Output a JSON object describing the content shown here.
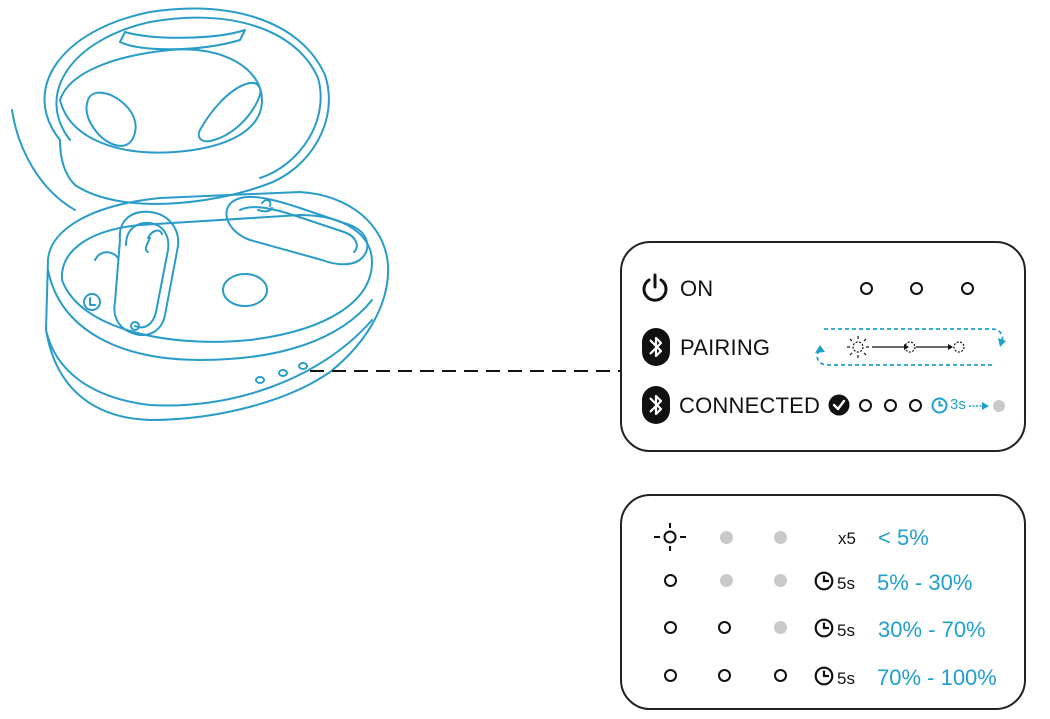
{
  "status": {
    "on_label": "ON",
    "pairing_label": "PAIRING",
    "connected_label": "CONNECTED",
    "connected_timer": "3s"
  },
  "battery": {
    "rows": [
      {
        "indicator": [
          "blink",
          "off",
          "off"
        ],
        "timer": "x5",
        "range": "< 5%"
      },
      {
        "indicator": [
          "on",
          "off",
          "off"
        ],
        "timer": "5s",
        "range": "5% - 30%"
      },
      {
        "indicator": [
          "on",
          "on",
          "off"
        ],
        "timer": "5s",
        "range": "30% - 70%"
      },
      {
        "indicator": [
          "on",
          "on",
          "on"
        ],
        "timer": "5s",
        "range": "70% - 100%"
      }
    ]
  },
  "colors": {
    "accent": "#1f9fd0",
    "line": "#2a9cc8",
    "off_dot": "#c9c9c9",
    "ink": "#111111"
  },
  "icons": [
    "power-icon",
    "bluetooth-icon",
    "checkmark-icon",
    "clock-icon",
    "blink-led-icon"
  ]
}
